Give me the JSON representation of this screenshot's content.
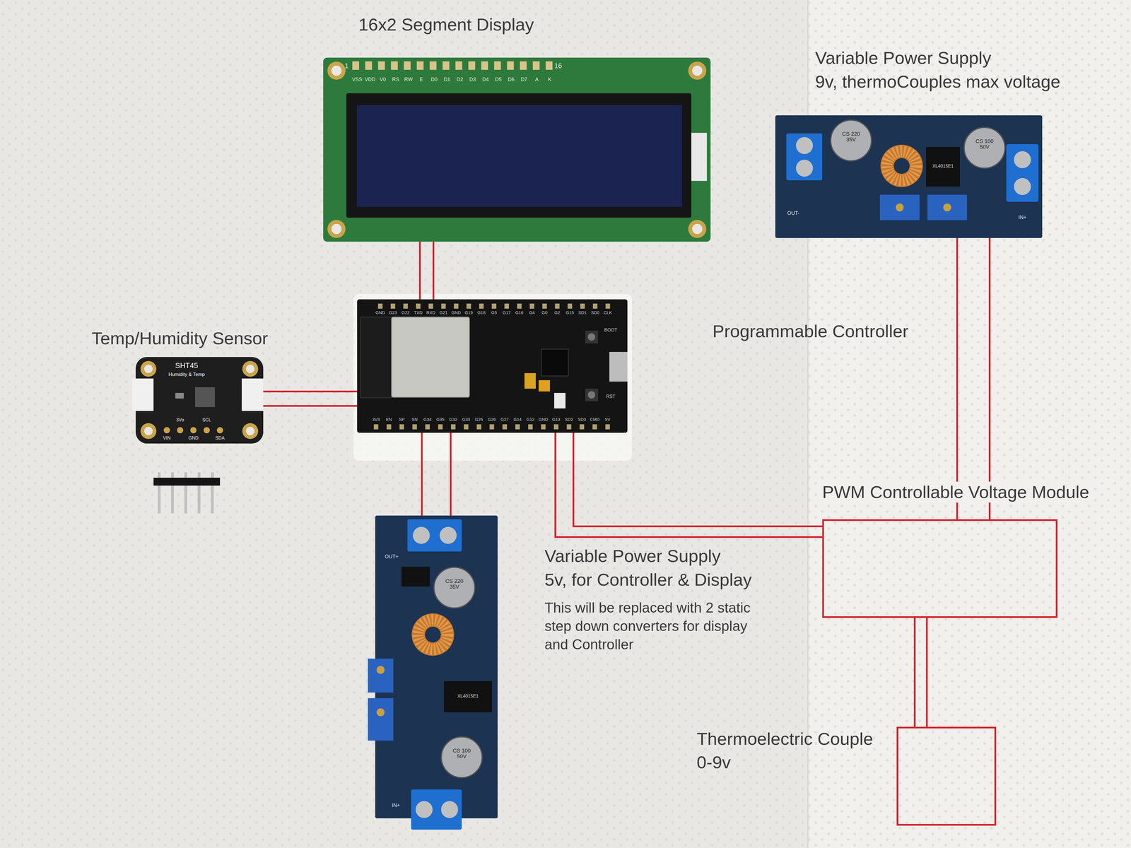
{
  "diagram": {
    "nodes": [
      {
        "text": [
          "16x2 Segment Display"
        ]
      },
      {
        "text": [
          "Variable Power Supply",
          "9v, thermoCouples max voltage"
        ]
      },
      {
        "text": [
          "Programmable Controller"
        ]
      },
      {
        "text": [
          "Temp/Humidity Sensor"
        ]
      },
      {
        "text": [
          "PWM Controllable Voltage Module"
        ]
      },
      {
        "text": [
          "Variable Power Supply",
          "5v, for Controller & Display",
          "This will be replaced with 2 static step down converters for display and Controller"
        ]
      },
      {
        "text": [
          "Thermoelectric Couple",
          "0-9v"
        ]
      }
    ],
    "edges": [
      {
        "from": 0,
        "to": 2,
        "arrow": "none"
      },
      {
        "from": 0,
        "to": 2,
        "arrow": "none"
      },
      {
        "from": 3,
        "to": 2,
        "arrow": "none"
      },
      {
        "from": 3,
        "to": 2,
        "arrow": "none"
      },
      {
        "from": 2,
        "to": 5,
        "arrow": "none"
      },
      {
        "from": 2,
        "to": 5,
        "arrow": "none"
      },
      {
        "from": 2,
        "to": 4,
        "arrow": "none"
      },
      {
        "from": 2,
        "to": 4,
        "arrow": "none"
      },
      {
        "from": 1,
        "to": 4,
        "arrow": "none"
      },
      {
        "from": 1,
        "to": 4,
        "arrow": "none"
      },
      {
        "from": 4,
        "to": 6,
        "arrow": "none"
      },
      {
        "from": 4,
        "to": 6,
        "arrow": "none"
      }
    ],
    "labels": [
      "1",
      "16",
      "VSS",
      "VDD",
      "V0",
      "RS",
      "RW",
      "E",
      "D0",
      "D1",
      "D2",
      "D3",
      "D4",
      "D5",
      "D6",
      "D7",
      "A",
      "K",
      "GND",
      "G23",
      "G22",
      "TXD",
      "RXD",
      "G21",
      "GND",
      "G19",
      "G18",
      "G5",
      "G17",
      "G16",
      "G4",
      "G0",
      "G2",
      "G15",
      "SD1",
      "SD0",
      "CLK",
      "3V3",
      "EN",
      "SP",
      "SN",
      "G34",
      "G35",
      "G32",
      "G33",
      "G25",
      "G26",
      "G27",
      "G14",
      "G12",
      "GND",
      "G13",
      "SD2",
      "SD3",
      "CMD",
      "5V",
      "BOOT",
      "RST",
      "SHT45",
      "Humidity & Temp",
      "3Vo",
      "SCL",
      "VIN",
      "GND",
      "SDA",
      "CS 220 35V",
      "XL4015E1",
      "CS 100 50V",
      "OUT-",
      "IN+",
      "OUT+",
      "CS 220 35V",
      "XL4015E1",
      "CS 100 50V",
      "IN+"
    ]
  }
}
